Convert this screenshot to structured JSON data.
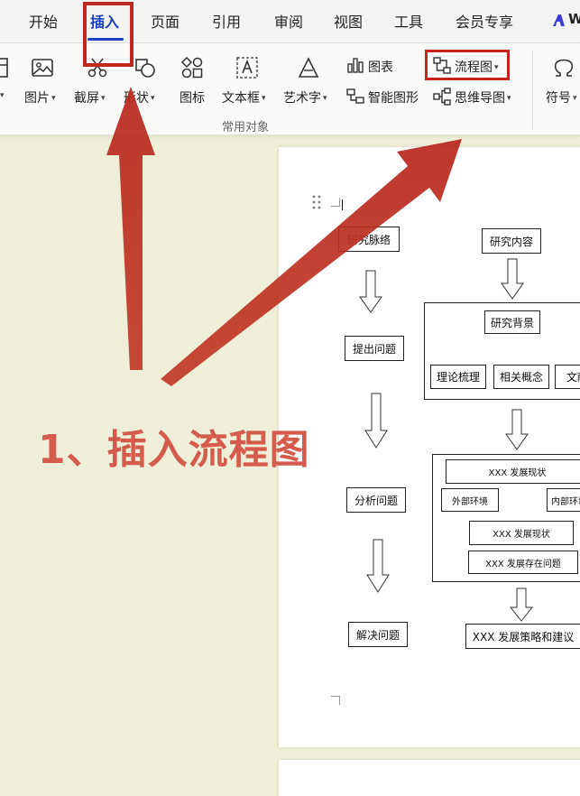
{
  "tabs": [
    {
      "label": "开始",
      "active": false
    },
    {
      "label": "插入",
      "active": true
    },
    {
      "label": "页面",
      "active": false
    },
    {
      "label": "引用",
      "active": false
    },
    {
      "label": "审阅",
      "active": false
    },
    {
      "label": "视图",
      "active": false
    },
    {
      "label": "工具",
      "active": false
    },
    {
      "label": "会员专享",
      "active": false
    }
  ],
  "brand_letter": "W",
  "ribbon": {
    "picture": "图片",
    "screenshot": "截屏",
    "shape": "形状",
    "icon": "图标",
    "textbox": "文本框",
    "wordart": "艺术字",
    "chart": "图表",
    "smartart": "智能图形",
    "flowchart": "流程图",
    "mindmap": "思维导图",
    "symbol": "符号",
    "group_label": "常用对象",
    "caret": "▾"
  },
  "flowchart": {
    "left": [
      "研究脉络",
      "提出问题",
      "分析问题",
      "解决问题"
    ],
    "top_right": "研究内容",
    "background": "研究背景",
    "theory": "理论梳理",
    "concept": "相关概念",
    "literature": "文献",
    "status1": "XXX 发展现状",
    "external": "外部环境",
    "internal": "内部环境",
    "status2": "XXX 发展现状",
    "problems": "XXX 发展存在问题",
    "strategy": "XXX 发展策略和建议"
  },
  "annotation": {
    "text": "1、插入流程图",
    "color": "#d55b4c"
  },
  "colors": {
    "highlight": "#c0271e",
    "active_tab": "#1a3fbf",
    "arrow": "#c23a28"
  }
}
